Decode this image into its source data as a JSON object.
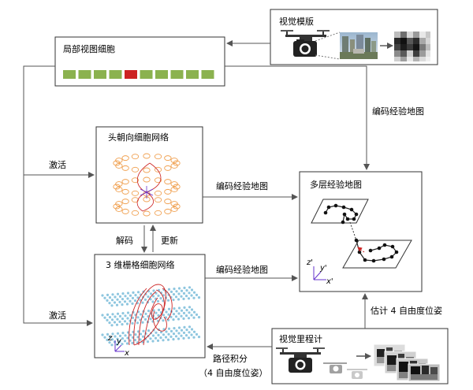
{
  "boxes": {
    "visual_template": "视觉模版",
    "local_view_cells": "局部视图细胞",
    "head_direction": "头朝向细胞网络",
    "grid_cells": "3 维栅格细胞网络",
    "multilayer_map": "多层经验地图",
    "visual_odometry": "视觉里程计"
  },
  "arrows": {
    "encode_top": "编码经验地图",
    "encode_mid": "编码经验地图",
    "encode_low": "编码经验地图",
    "activate_top": "激活",
    "activate_bottom": "激活",
    "decode": "解码",
    "update": "更新",
    "estimate": "估计 4 自由度位姿",
    "path_integration_1": "路径积分",
    "path_integration_2": "（4 自由度位姿）"
  },
  "axes": {
    "z": "z",
    "y": "y",
    "x": "x",
    "z_map": "z'",
    "y_map": "y'",
    "x_map": "x'"
  },
  "cell_row": {
    "count": 10,
    "active_index": 4,
    "color": "#8bb24f",
    "active_color": "#cc2222"
  },
  "colors": {
    "ring": "#f0a050",
    "path": "#cc2222",
    "grid_dots": "#8ec6df",
    "axis": "#6633cc"
  },
  "icons": [
    "drone-camera-icon",
    "street-image-icon",
    "pixel-template-icon"
  ]
}
